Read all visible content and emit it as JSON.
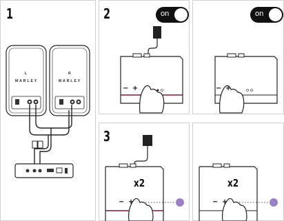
{
  "steps": [
    "1",
    "2",
    "3"
  ],
  "toggle_label": "on",
  "speaker_left": {
    "channel": "L",
    "brand": "MARLEY"
  },
  "speaker_right": {
    "channel": "R",
    "brand": "MARLEY"
  },
  "press_count": "x2",
  "controls": {
    "minus": "−",
    "plus": "+"
  },
  "colors": {
    "accent_line": "#8a1538",
    "indicator_dot": "#9b7fc4",
    "toggle_bg": "#111111"
  }
}
